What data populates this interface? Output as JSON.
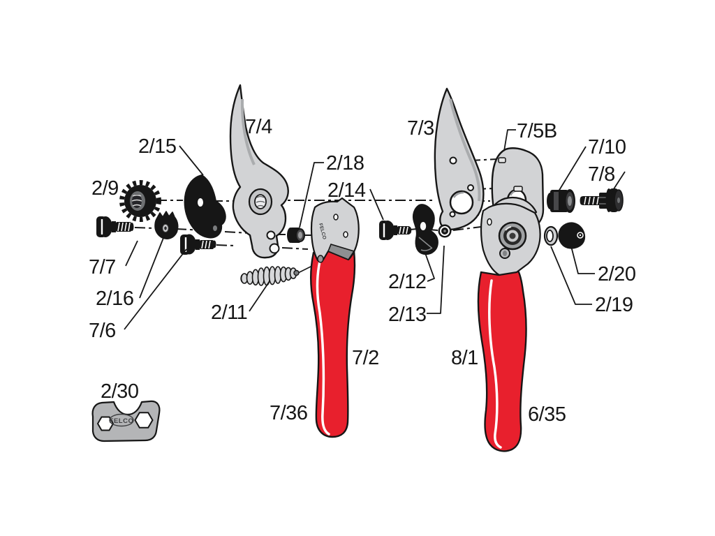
{
  "diagram": {
    "kind": "exploded-parts-diagram",
    "brand_stamp": "FELCO",
    "colors": {
      "ink": "#161616",
      "handle_red": "#e8202d",
      "metal_gray": "#d2d3d5",
      "metal_edge": "#a8aaac",
      "wrench_gray": "#b4b5b7",
      "bg": "#ffffff"
    },
    "labels": {
      "l2_15": "2/15",
      "l7_4": "7/4",
      "l2_9": "2/9",
      "l7_7": "7/7",
      "l2_16": "2/16",
      "l7_6": "7/6",
      "l2_11": "2/11",
      "l2_18": "2/18",
      "l2_14": "2/14",
      "l7_3": "7/3",
      "l7_5b": "7/5B",
      "l7_10": "7/10",
      "l7_8": "7/8",
      "l2_20": "2/20",
      "l2_19": "2/19",
      "l2_12": "2/12",
      "l2_13": "2/13",
      "l7_2": "7/2",
      "l7_36": "7/36",
      "l8_1": "8/1",
      "l6_35": "6/35",
      "l2_30": "2/30"
    }
  }
}
